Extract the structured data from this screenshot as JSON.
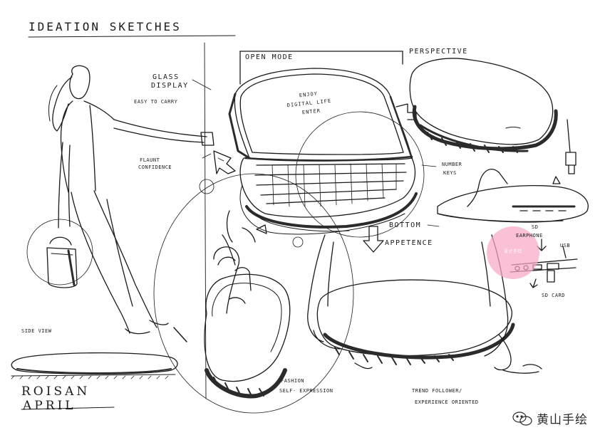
{
  "heading": "IDEATION SKETCHES",
  "labels": {
    "open_mode": "OPEN MODE",
    "perspective": "PERSPECTIVE",
    "glass_display_1": "GLASS",
    "glass_display_2": "DISPLAY",
    "easy_to_carry": "EASY TO CARRY",
    "flaunt_1": "FLAUNT",
    "flaunt_2": "CONFIDENCE",
    "number_keys_1": "NUMBER",
    "number_keys_2": "KEYS",
    "bottom": "BOTTOM",
    "appetence": "APPETENCE",
    "earphone": "EARPHONE",
    "sd": "SD",
    "usb": "USB",
    "sd_card": "SD CARD",
    "side_view": "SIDE VIEW",
    "fashion_1": "FASHION",
    "fashion_2": "SELF- EXPRESSION",
    "trend_1": "TREND FOLLOWER/",
    "trend_2": "EXPERIENCE ORIENTED"
  },
  "screen_text": [
    "ENJOY",
    "DIGITAL LIFE",
    "ENTER"
  ],
  "signature": [
    "ROISAN",
    "APRIL"
  ],
  "watermark": "黄山手绘",
  "badge_text": "设计手绘",
  "colors": {
    "ink": "#1a1a1a",
    "shade": "#2b2b2b",
    "badge": "#f6a8c8",
    "paper": "#ffffff"
  }
}
